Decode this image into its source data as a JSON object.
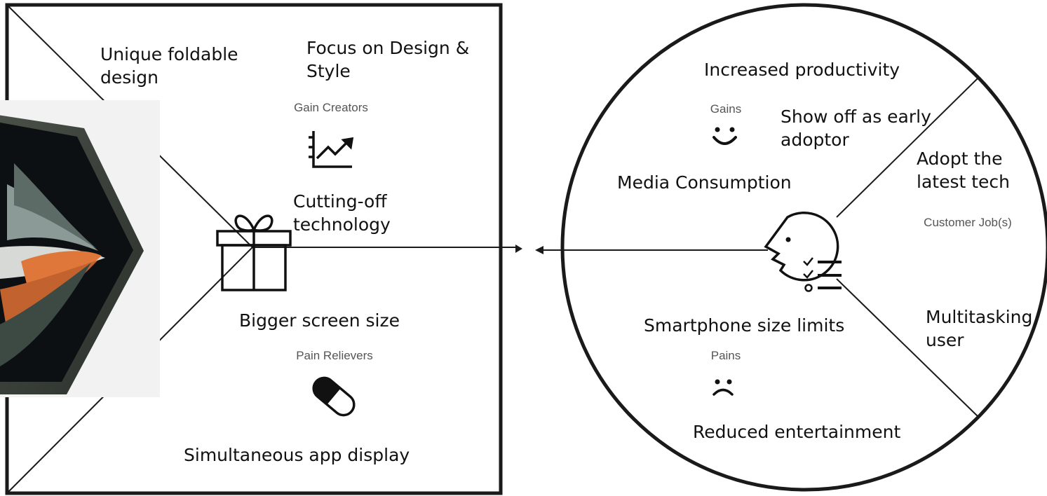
{
  "value_map": {
    "products_services": {
      "items": [
        "Unique foldable design",
        "Focus on Design & Style",
        "Cutting-off technology",
        "Bigger screen size",
        "Simultaneous app display"
      ]
    },
    "gain_creators": {
      "label": "Gain Creators",
      "icon": "trend-chart-icon"
    },
    "pain_relievers": {
      "label": "Pain Relievers",
      "icon": "pill-icon"
    },
    "product_icon": "gift-icon"
  },
  "customer_profile": {
    "gains": {
      "label": "Gains",
      "icon": "smile-icon",
      "items": [
        "Increased productivity",
        "Show off as early adoptor",
        "Media Consumption"
      ]
    },
    "customer_jobs": {
      "label": "Customer Job(s)",
      "icon": "checklist-icon",
      "items": [
        "Adopt the latest tech",
        "Multitasking user"
      ]
    },
    "pains": {
      "label": "Pains",
      "icon": "frown-icon",
      "items": [
        "Smartphone size limits",
        "Reduced entertainment"
      ]
    },
    "customer_icon": "face-icon"
  },
  "colors": {
    "line": "#1a1a1a",
    "text": "#111111",
    "label": "#555555"
  }
}
